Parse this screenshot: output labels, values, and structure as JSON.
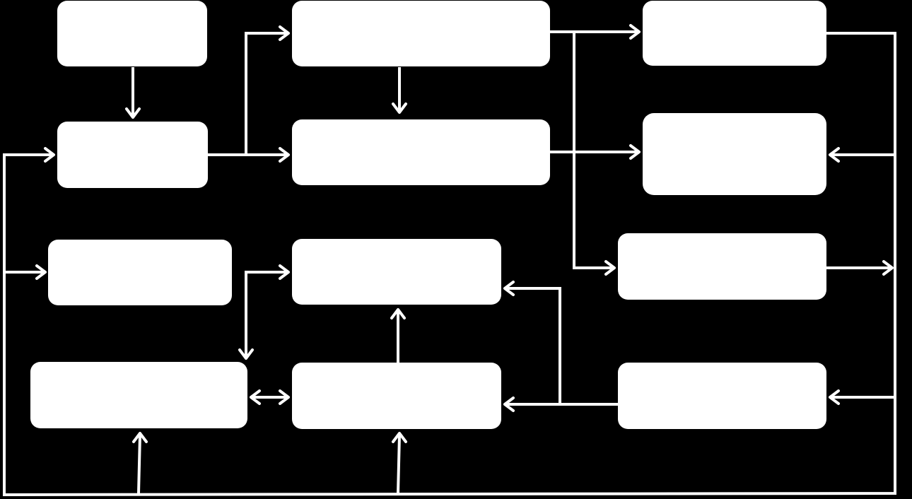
{
  "diagram": {
    "type": "flowchart",
    "background_color": "#000000",
    "foreground_color": "#ffffff",
    "node_labels": "none-visible",
    "nodes": [
      {
        "id": "n1"
      },
      {
        "id": "n2"
      },
      {
        "id": "n3"
      },
      {
        "id": "n4"
      },
      {
        "id": "n5"
      },
      {
        "id": "n6"
      },
      {
        "id": "n7"
      },
      {
        "id": "n8"
      },
      {
        "id": "n9"
      },
      {
        "id": "n10"
      },
      {
        "id": "n11"
      },
      {
        "id": "n12"
      }
    ],
    "edges": [
      {
        "from": "n1",
        "to": "n2"
      },
      {
        "from": "n2",
        "to": "n3"
      },
      {
        "from": "n2",
        "to": "n4"
      },
      {
        "from": "n3",
        "to": "n4"
      },
      {
        "from": "n3",
        "to": "n5"
      },
      {
        "from": "n3",
        "to": "n6"
      },
      {
        "from": "n3",
        "to": "n7"
      },
      {
        "from": "n4",
        "to": "n6"
      },
      {
        "from": "n5",
        "to": "bottom-bus"
      },
      {
        "from": "n7",
        "to": "right-bus"
      },
      {
        "from": "right-bus",
        "to": "n6"
      },
      {
        "from": "right-bus",
        "to": "n10"
      },
      {
        "from": "bottom-bus",
        "to": "n2"
      },
      {
        "from": "bottom-bus",
        "to": "n8"
      },
      {
        "from": "bottom-bus",
        "to": "n11"
      },
      {
        "from": "bottom-bus",
        "to": "n12"
      },
      {
        "from": "n9",
        "to": "n11"
      },
      {
        "from": "n9",
        "to": "n12"
      },
      {
        "from": "n11",
        "to": "n12",
        "bidirectional": true
      },
      {
        "from": "n12",
        "to": "n9"
      },
      {
        "from": "n10",
        "to": "n9"
      },
      {
        "from": "n10",
        "to": "n12"
      }
    ]
  }
}
